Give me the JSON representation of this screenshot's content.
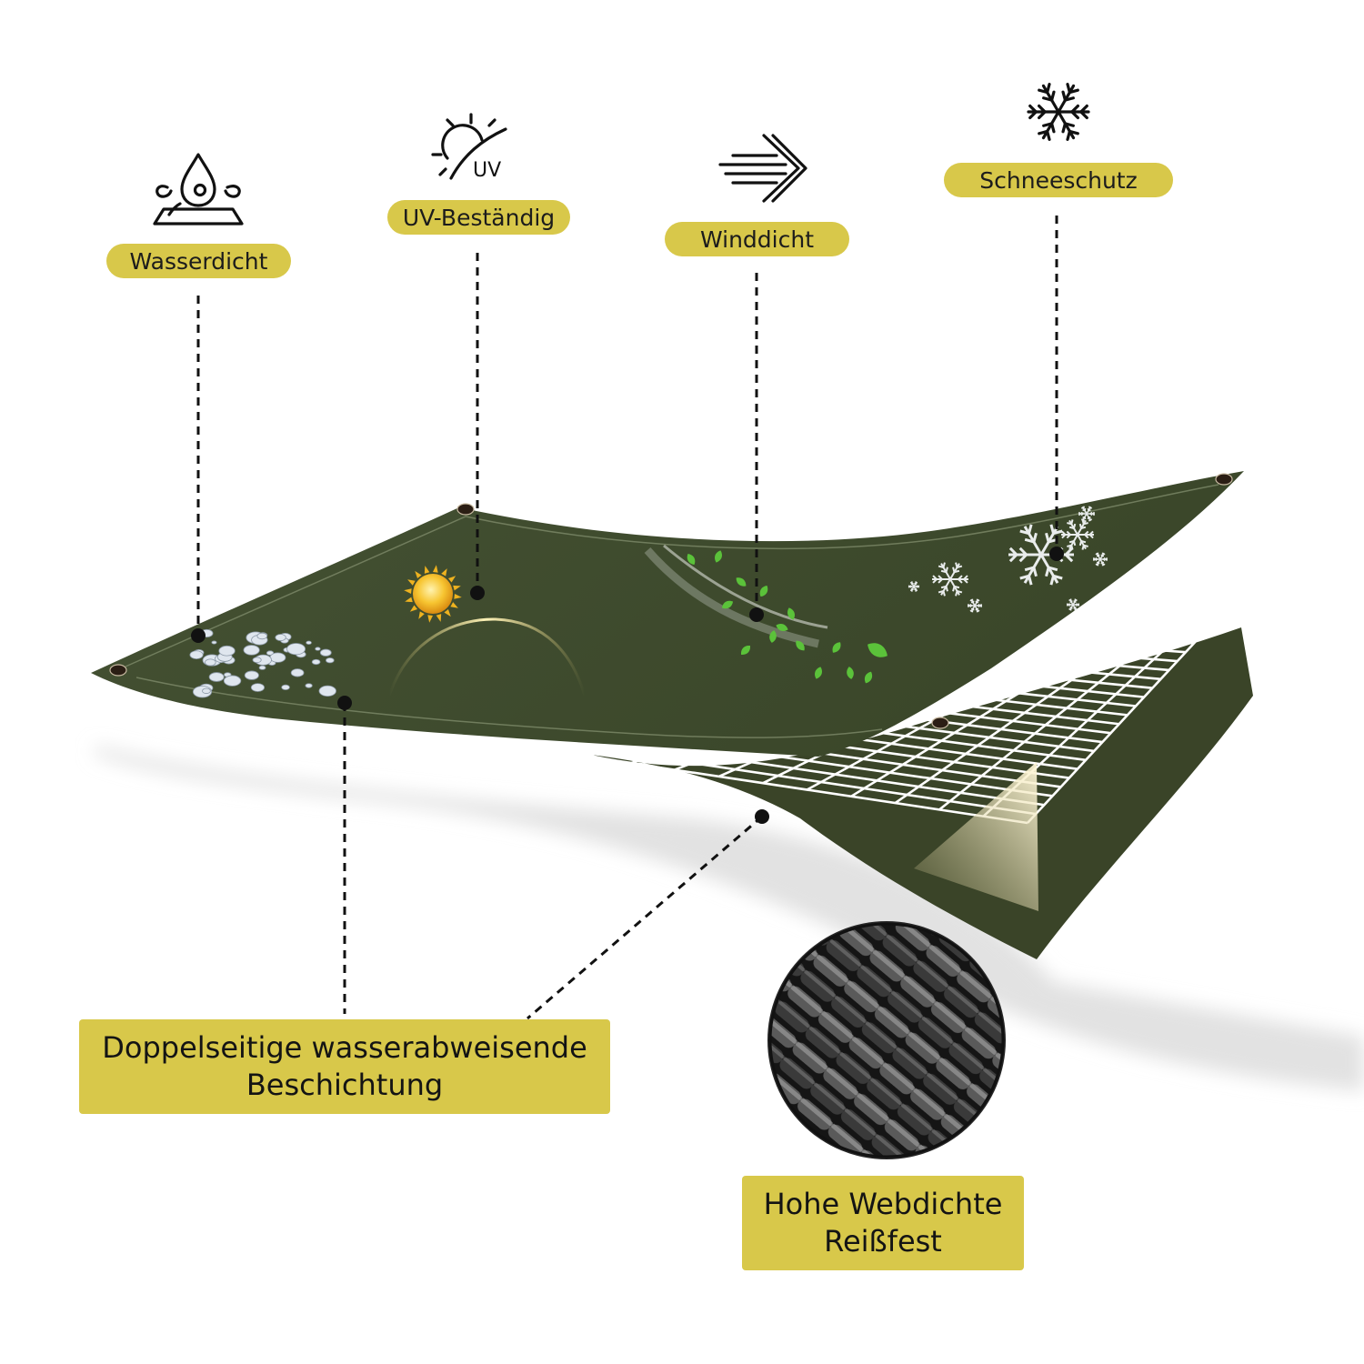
{
  "colors": {
    "label_bg": "#d8c84a",
    "tarp_green": "#3e4b2e",
    "tarp_green_under": "#3a4428",
    "mesh": "#ffffff",
    "line": "#111111"
  },
  "features": {
    "waterproof": {
      "label": "Wasserdicht",
      "icon": "water-drop-icon"
    },
    "uv": {
      "label": "UV-Beständig",
      "icon": "sun-uv-icon",
      "icon_text": "UV"
    },
    "wind": {
      "label": "Winddicht",
      "icon": "wind-icon"
    },
    "snow": {
      "label": "Schneeschutz",
      "icon": "snowflake-icon"
    }
  },
  "bottom": {
    "coating": {
      "line1": "Doppelseitige wasserabweisende",
      "line2": "Beschichtung"
    },
    "weave": {
      "line1": "Hohe Webdichte",
      "line2": "Reißfest"
    }
  }
}
